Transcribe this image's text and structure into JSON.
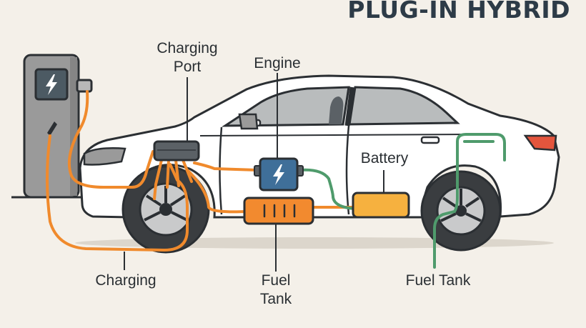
{
  "title": "PLUG-IN HYBRID",
  "labels": {
    "charging_port_line1": "Charging",
    "charging_port_line2": "Port",
    "engine": "Engine",
    "battery": "Battery",
    "charging": "Charging",
    "fuel_tank_center_line1": "Fuel",
    "fuel_tank_center_line2": "Tank",
    "fuel_tank_right": "Fuel Tank"
  },
  "colors": {
    "background": "#f4f0e9",
    "outline": "#2b2f33",
    "orange_cable": "#f08a2c",
    "green_line": "#4f9b6c",
    "engine_blue": "#3f6f99",
    "battery_yellow": "#f6b13f",
    "fuel_tank_orange": "#f28a2f",
    "taillight_red": "#e4553d",
    "charger_grey": "#9a9a9a"
  },
  "icons": [
    "lightning-bolt-icon",
    "plug-icon"
  ]
}
